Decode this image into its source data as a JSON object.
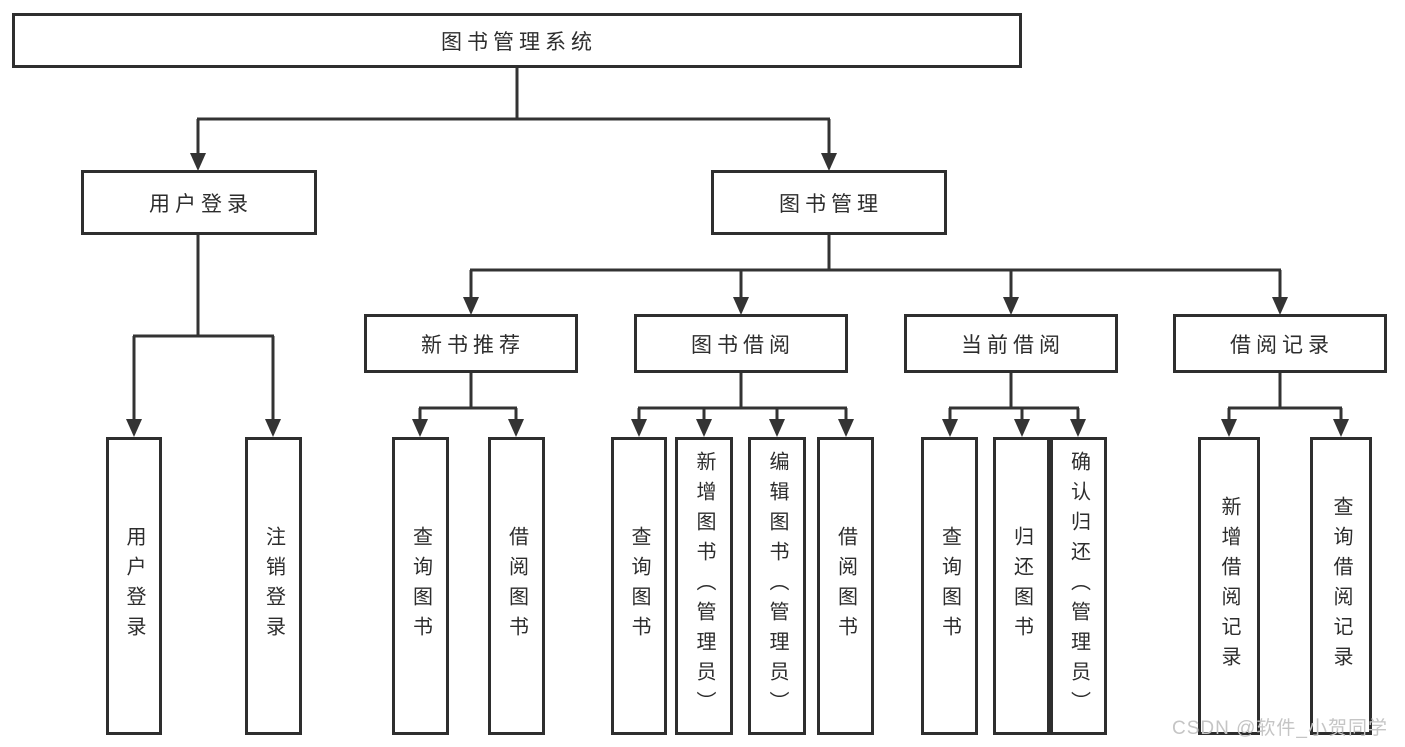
{
  "diagram": {
    "root": {
      "label": "图书管理系统"
    },
    "level2": [
      {
        "label": "用户登录"
      },
      {
        "label": "图书管理"
      }
    ],
    "level3": [
      {
        "label": "新书推荐"
      },
      {
        "label": "图书借阅"
      },
      {
        "label": "当前借阅"
      },
      {
        "label": "借阅记录"
      }
    ],
    "level4": {
      "user_login": [
        {
          "label": "用户登录"
        },
        {
          "label": "注销登录"
        }
      ],
      "new_book_recommend": [
        {
          "label": "查询图书"
        },
        {
          "label": "借阅图书"
        }
      ],
      "book_borrow": [
        {
          "label": "查询图书"
        },
        {
          "label": "新增图书（管理员）"
        },
        {
          "label": "编辑图书（管理员）"
        },
        {
          "label": "借阅图书"
        }
      ],
      "current_borrow": [
        {
          "label": "查询图书"
        },
        {
          "label": "归还图书"
        },
        {
          "label": "确认归还（管理员）"
        }
      ],
      "borrow_records": [
        {
          "label": "新增借阅记录"
        },
        {
          "label": "查询借阅记录"
        }
      ]
    }
  },
  "watermark": {
    "text": "CSDN @软件_小贺同学",
    "color": "#c5c5c5"
  },
  "colors": {
    "background": "#ffffff",
    "line": "#333333",
    "box_border": "#2e2e2e",
    "text": "#2d2d2d"
  }
}
